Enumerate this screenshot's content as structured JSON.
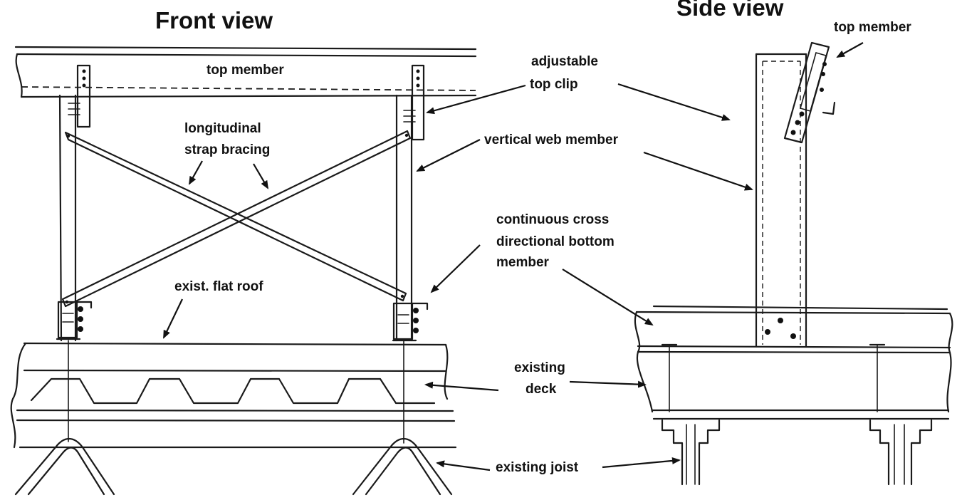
{
  "titles": {
    "front": "Front view",
    "side": "Side view"
  },
  "labels": {
    "top_member_front": "top member",
    "top_member_side": "top member",
    "adjustable_top_clip_1": "adjustable",
    "adjustable_top_clip_2": "top clip",
    "longitudinal_1": "longitudinal",
    "longitudinal_2": "strap bracing",
    "vertical_web_member": "vertical web member",
    "continuous_1": "continuous cross",
    "continuous_2": "directional bottom",
    "continuous_3": "member",
    "exist_flat_roof": "exist. flat roof",
    "existing_deck_1": "existing",
    "existing_deck_2": "deck",
    "existing_joist": "existing joist"
  }
}
